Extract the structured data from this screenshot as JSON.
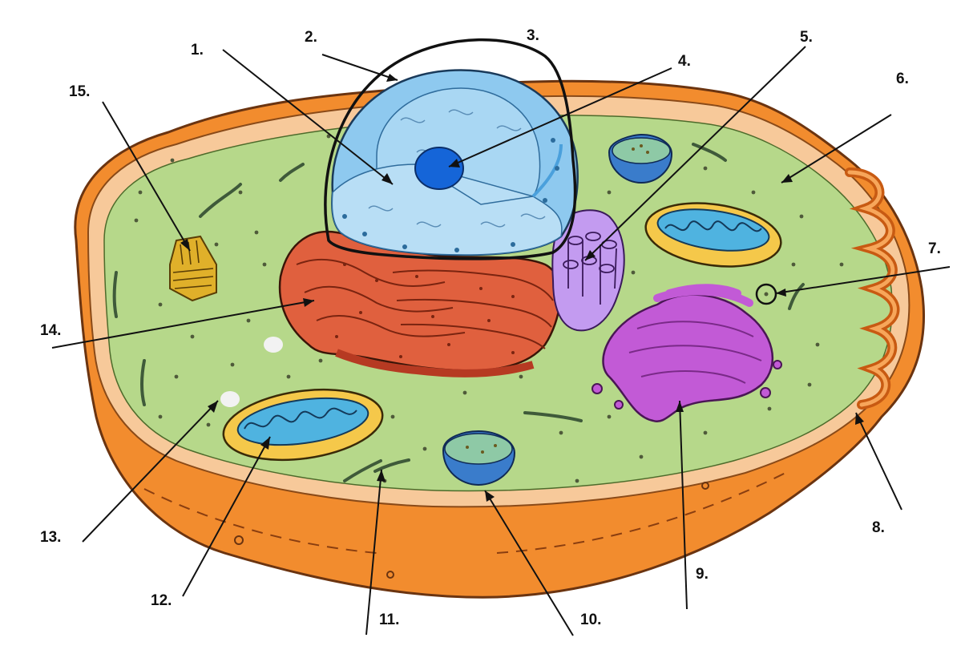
{
  "labels": {
    "l1": "1.",
    "l2": "2.",
    "l3": "3.",
    "l4": "4.",
    "l5": "5.",
    "l6": "6.",
    "l7": "7.",
    "l8": "8.",
    "l9": "9.",
    "l10": "10.",
    "l11": "11.",
    "l12": "12.",
    "l13": "13.",
    "l14": "14.",
    "l15": "15."
  },
  "colors": {
    "membrane": "#f28c2e",
    "membrane_edge": "#c85a12",
    "membrane_inner": "#f7c99a",
    "cytoplasm": "#b6d88a",
    "nucleus": "#8ec9ef",
    "nucleus_dark": "#4aa0dc",
    "nucleolus": "#1565d8",
    "er": "#e0603e",
    "er_dark": "#b63a22",
    "centriole": "#c39bf0",
    "golgi": "#c25ad6",
    "mito_outer": "#f5c84a",
    "mito_inner": "#4fb3e0",
    "vacuole": "#5a93d8",
    "centrosome": "#e0b02a"
  }
}
